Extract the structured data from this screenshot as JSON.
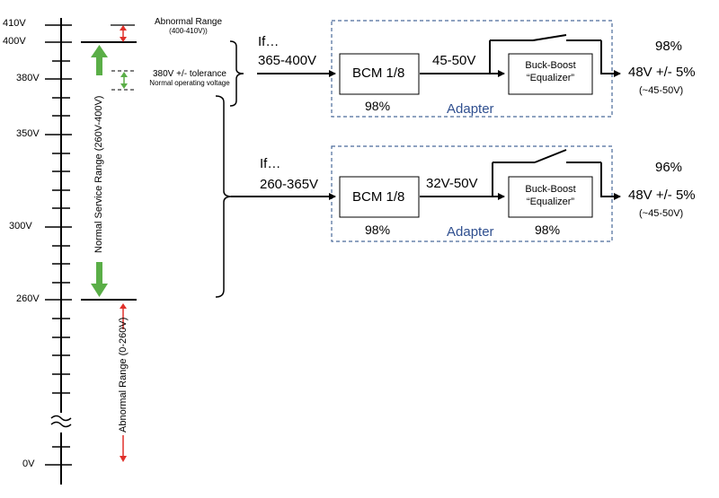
{
  "scale": {
    "labels": {
      "v410": "410V",
      "v400": "400V",
      "v380": "380V",
      "v350": "350V",
      "v300": "300V",
      "v260": "260V",
      "v0": "0V"
    },
    "abnormal_high_title": "Abnormal Range",
    "abnormal_high_range": "(400-410V))",
    "tolerance_title": "380V +/- tolerance",
    "tolerance_sub": "Normal operating voltage",
    "normal_range": "Normal Service Range (260V-400V)",
    "abnormal_low": "Abnormal Range (0-260V)"
  },
  "path1": {
    "if_label": "If…",
    "input_range": "365-400V",
    "bcm_label": "BCM 1/8",
    "bcm_eff": "98%",
    "mid_voltage": "45-50V",
    "bb_line1": "Buck-Boost",
    "bb_line2": "“Equalizer”",
    "adapter_label": "Adapter",
    "total_eff": "98%",
    "output": "48V +/- 5%",
    "output_sub": "(~45-50V)"
  },
  "path2": {
    "if_label": "If…",
    "input_range": "260-365V",
    "bcm_label": "BCM 1/8",
    "bcm_eff": "98%",
    "mid_voltage": "32V-50V",
    "bb_line1": "Buck-Boost",
    "bb_line2": "“Equalizer”",
    "bb_eff": "98%",
    "adapter_label": "Adapter",
    "total_eff": "96%",
    "output": "48V +/- 5%",
    "output_sub": "(~45-50V)"
  },
  "colors": {
    "arrow_red": "#E0302A",
    "arrow_green": "#5AAE47",
    "adapter_border": "#4A6A9A",
    "adapter_text": "#2F4F8F"
  }
}
